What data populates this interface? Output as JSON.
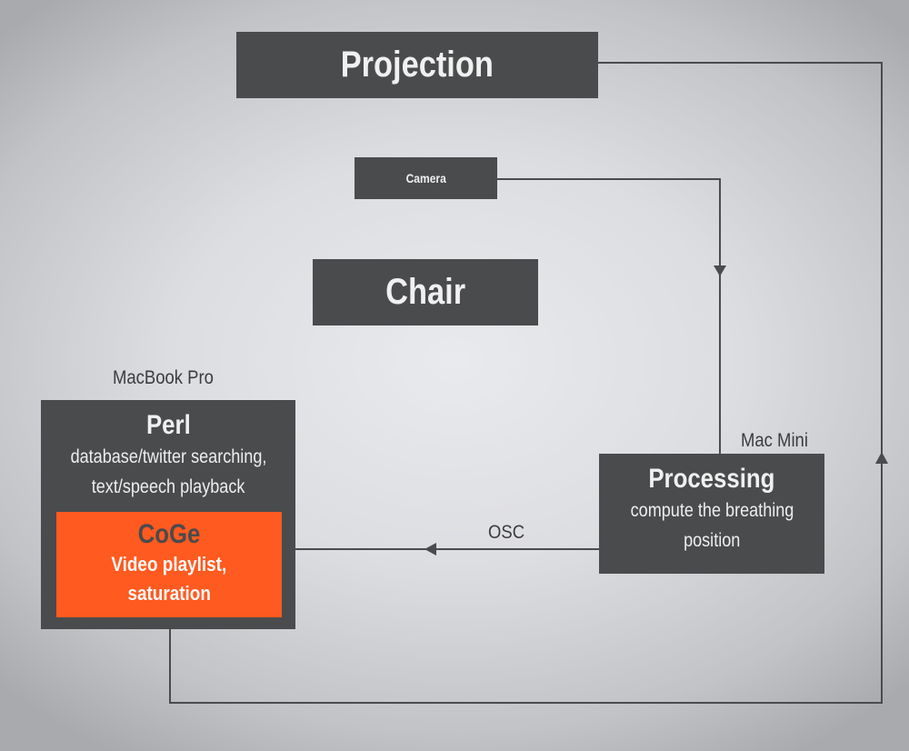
{
  "nodes": {
    "projection": {
      "title": "Projection"
    },
    "camera": {
      "title": "Camera"
    },
    "chair": {
      "title": "Chair"
    },
    "perl": {
      "host": "MacBook Pro",
      "title": "Perl",
      "lines": [
        "database/twitter searching,",
        "text/speech playback"
      ]
    },
    "coge": {
      "title": "CoGe",
      "lines": [
        "Video playlist,",
        "saturation"
      ]
    },
    "processing": {
      "host": "Mac Mini",
      "title": "Processing",
      "lines": [
        "compute the breathing",
        "position"
      ]
    }
  },
  "edges": {
    "osc": {
      "label": "OSC"
    }
  },
  "colors": {
    "box": "#4a4b4d",
    "accent": "#ff5a1f",
    "wire": "#4a4b4d"
  }
}
